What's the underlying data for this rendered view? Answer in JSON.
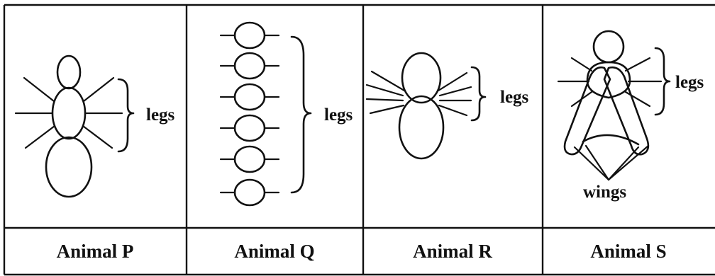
{
  "panels": [
    {
      "caption": "Animal P",
      "label": "legs"
    },
    {
      "caption": "Animal Q",
      "label": "legs"
    },
    {
      "caption": "Animal R",
      "label": "legs"
    },
    {
      "caption": "Animal S",
      "label": "legs",
      "wings_label": "wings"
    }
  ],
  "colors": {
    "ink": "#111111",
    "paper": "#ffffff"
  }
}
